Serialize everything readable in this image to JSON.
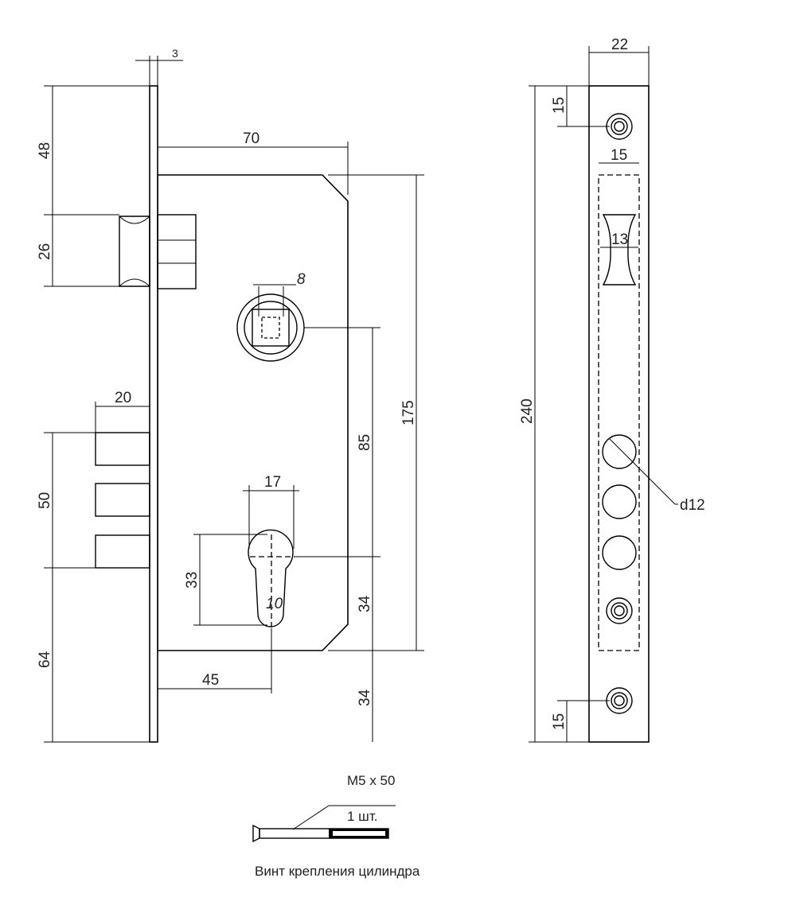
{
  "lock_view": {
    "faceplate_thickness": "3",
    "case_depth": "70",
    "top_to_latch": "48",
    "latch_height": "26",
    "spindle_size": "8",
    "case_height": "175",
    "spindle_to_cylinder": "85",
    "deadbolt_projection": "20",
    "deadbolt_height": "50",
    "cylinder_width": "17",
    "cylinder_height": "33",
    "cylinder_slot": "10",
    "cylinder_to_case_bottom": "34",
    "deadbolt_to_bottom": "64",
    "backset": "45",
    "case_to_plate_bottom": "34"
  },
  "faceplate_view": {
    "width": "22",
    "top_hole_offset": "15",
    "latch_window_width": "15",
    "latch_width": "13",
    "total_length": "240",
    "bolt_hole_diameter": "d12",
    "bottom_hole_offset": "15"
  },
  "screw": {
    "spec": "M5 x 50",
    "quantity": "1 шт.",
    "caption": "Винт крепления цилиндра"
  }
}
